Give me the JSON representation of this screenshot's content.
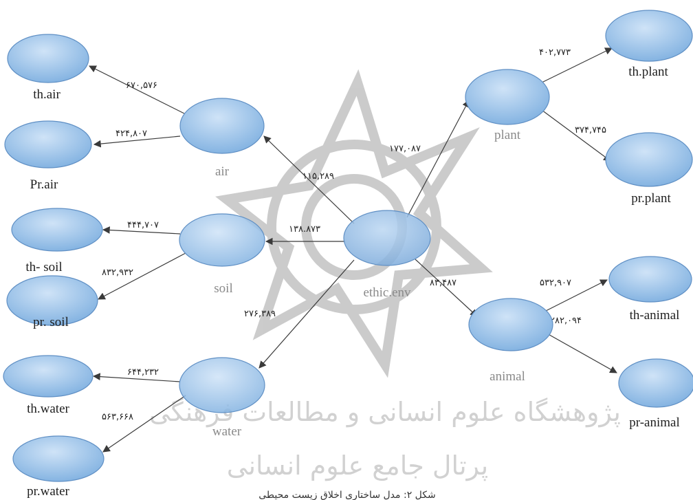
{
  "nodes": {
    "th_air": "th.air",
    "pr_air": "Pr.air",
    "air": "air",
    "th_soil": "th- soil",
    "pr_soil": "pr. soil",
    "soil": "soil",
    "th_water": "th.water",
    "pr_water": "pr.water",
    "water": "water",
    "ethic": "ethic.env",
    "plant": "plant",
    "th_plant": "th.plant",
    "pr_plant": "pr.plant",
    "animal": "animal",
    "th_animal": "th-animal",
    "pr_animal": "pr-animal"
  },
  "edges": {
    "air_th": "۶۷۰,۵۷۶",
    "air_pr": "۴۲۴,۸۰۷",
    "soil_th": "۴۴۴,۷۰۷",
    "soil_pr": "۸۳۲,۹۳۲",
    "water_th": "۶۴۴,۲۳۲",
    "water_pr": "۵۶۳,۶۶۸",
    "ethic_air": "۱۱۵,۲۸۹",
    "ethic_soil": "۱۳۸.۸۷۳",
    "ethic_water": "۲۷۶,۳۸۹",
    "ethic_plant": "۱۷۷,۰۸۷",
    "ethic_animal": "۸۳,۴۸۷",
    "plant_th": "۴۰۲,۷۷۳",
    "plant_pr": "۳۷۴,۷۴۵",
    "animal_th": "۵۳۲,۹۰۷",
    "animal_pr": "۲۸۲,۰۹۴"
  },
  "watermark": {
    "line1": "پژوهشگاه علوم انسانی و مطالعات فرهنگی",
    "line2": "پرتال جامع علوم انسانی"
  },
  "caption": "شکل ۲: مدل ساختاری اخلاق زیست محیطی",
  "colors": {
    "node_fill": "#8fb9e6",
    "node_stroke": "#5f8fc4",
    "edge": "#3a3a3a"
  }
}
